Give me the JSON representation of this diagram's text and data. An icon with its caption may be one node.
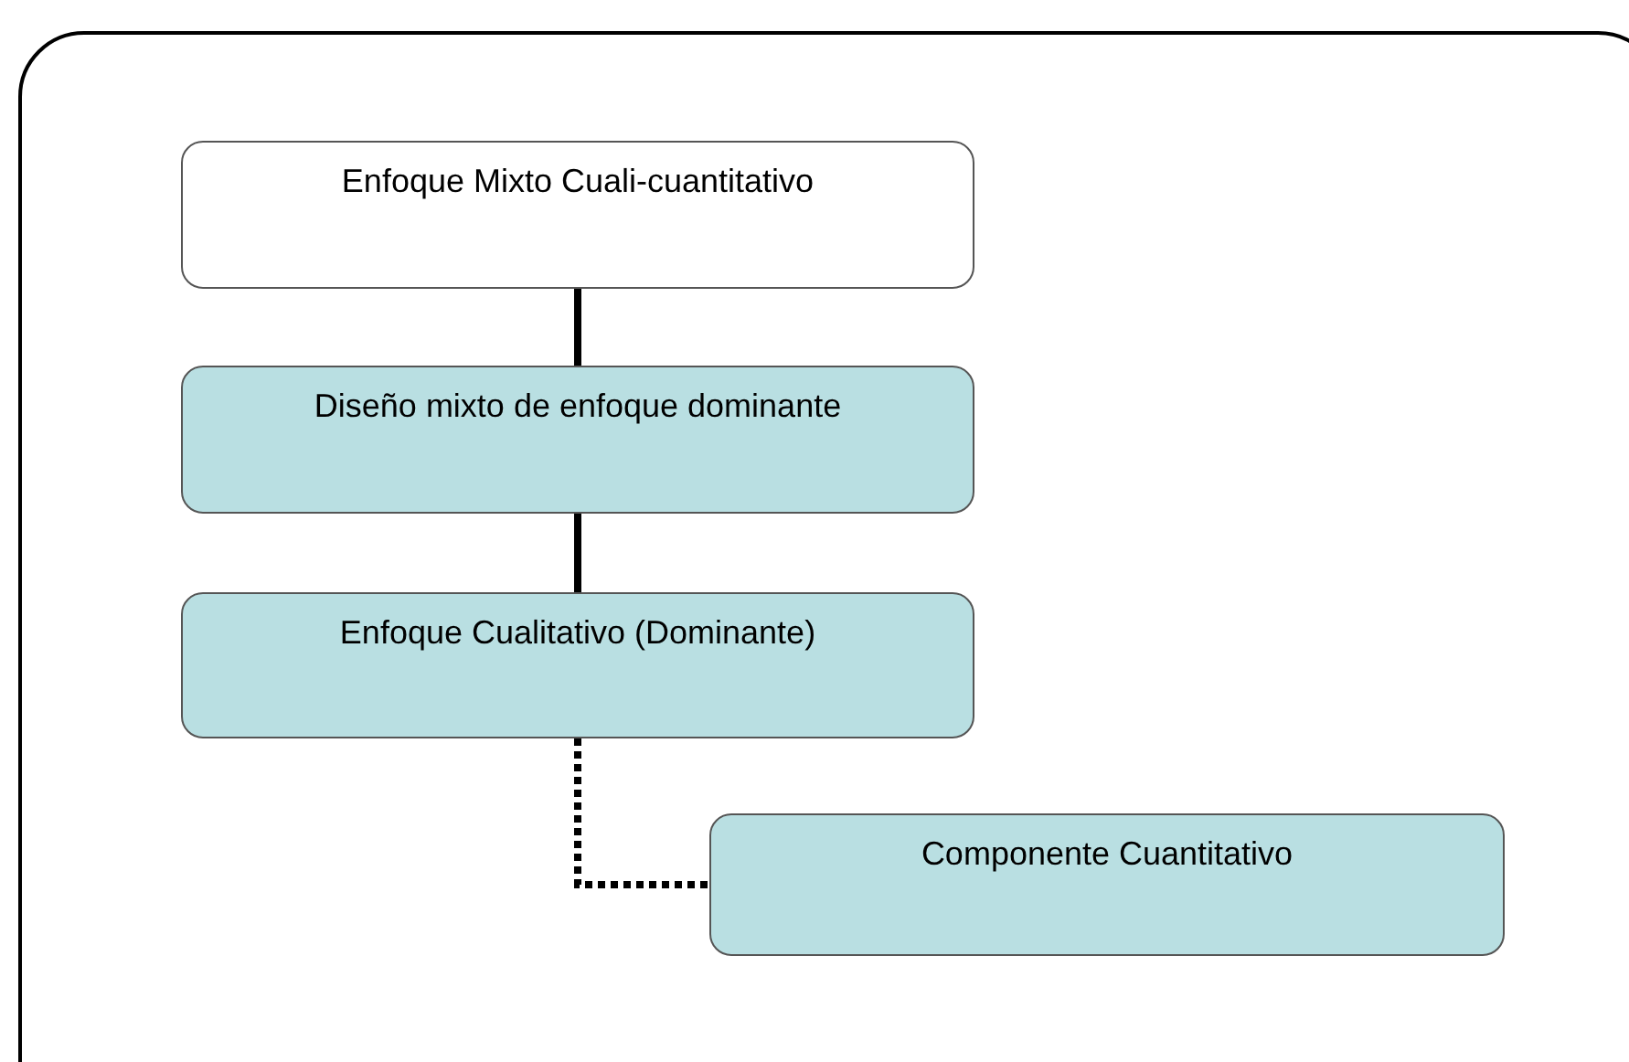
{
  "diagram": {
    "nodes": [
      {
        "text": [
          "Enfoque Mixto Cuali-cuantitativo"
        ]
      },
      {
        "text": [
          "Diseño mixto de enfoque dominante"
        ]
      },
      {
        "text": [
          "Enfoque Cualitativo (Dominante)"
        ]
      },
      {
        "text": [
          "Componente Cuantitativo"
        ]
      }
    ],
    "edges": [
      {
        "from": 0,
        "to": 1,
        "arrow": "none"
      },
      {
        "from": 1,
        "to": 2,
        "arrow": "none"
      },
      {
        "from": 2,
        "to": 3,
        "arrow": "none",
        "style": "dashed"
      }
    ]
  }
}
